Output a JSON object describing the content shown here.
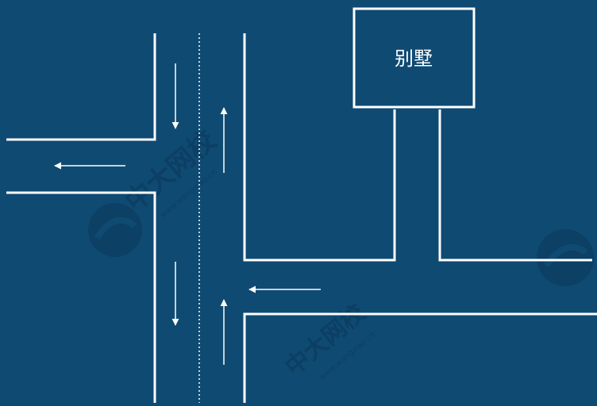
{
  "diagram": {
    "background_color": "#0f4a73",
    "line_color": "#ffffff",
    "building_label": "别墅",
    "watermark_text": "中大网校",
    "watermark_url": "www.wangxiao.cn"
  }
}
